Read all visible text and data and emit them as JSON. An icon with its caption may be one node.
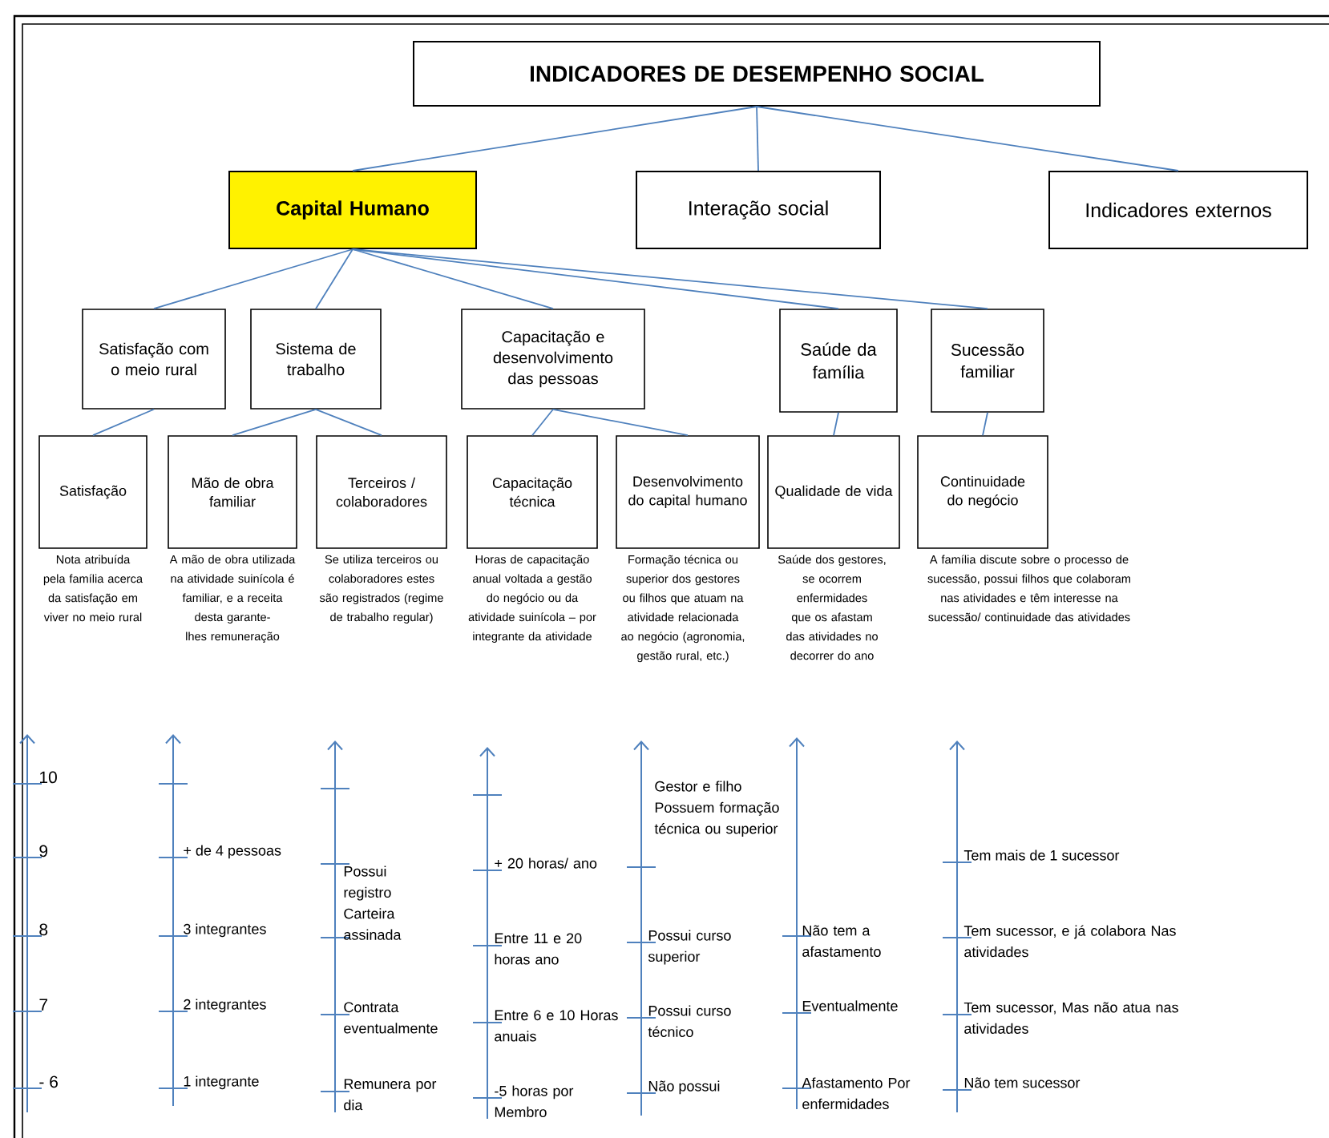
{
  "diagram": {
    "nodes": [
      {
        "text": [
          "INDICADORES DE DESEMPENHO SOCIAL"
        ]
      },
      {
        "text": [
          "Capital Humano"
        ]
      },
      {
        "text": [
          "Interação social"
        ]
      },
      {
        "text": [
          "Indicadores externos"
        ]
      },
      {
        "text": [
          "Satisfação com o meio rural"
        ]
      },
      {
        "text": [
          "Sistema de trabalho"
        ]
      },
      {
        "text": [
          "Capacitação e desenvolvimento das pessoas"
        ]
      },
      {
        "text": [
          "Saúde da família"
        ]
      },
      {
        "text": [
          "Sucessão familiar"
        ]
      },
      {
        "text": [
          "Satisfação"
        ],
        "beside": [
          "Nota atribuída pela família acerca da satisfação em viver no meio rural"
        ]
      },
      {
        "text": [
          "Mão de obra familiar"
        ],
        "beside": [
          "A mão de obra utilizada na atividade suinícola é familiar, e a receita desta garante-lhes remuneração"
        ]
      },
      {
        "text": [
          "Terceiros / colaboradores"
        ],
        "beside": [
          "Se utiliza terceiros ou colaboradores estes são registrados (regime de trabalho regular)"
        ]
      },
      {
        "text": [
          "Capacitação técnica"
        ],
        "beside": [
          "Horas de capacitação anual voltada a gestão do negócio ou da atividade suinícola – por integrante da atividade"
        ]
      },
      {
        "text": [
          "Desenvolvimento do capital humano"
        ],
        "beside": [
          "Formação técnica ou superior dos gestores ou filhos que atuam na atividade relacionada ao negócio (agronomia, gestão rural, etc.)"
        ]
      },
      {
        "text": [
          "Qualidade de vida"
        ],
        "beside": [
          "Saúde dos gestores, se ocorrem enfermidades que os afastam das atividades no decorrer do ano"
        ]
      },
      {
        "text": [
          "Continuidade do negócio"
        ],
        "beside": [
          "A família discute sobre o processo de sucessão, possui filhos que colaboram nas atividades e têm interesse na sucessão/ continuidade das atividades"
        ]
      }
    ],
    "edges": [
      {
        "from": 0,
        "to": 1,
        "arrow": "none"
      },
      {
        "from": 0,
        "to": 2,
        "arrow": "none"
      },
      {
        "from": 0,
        "to": 3,
        "arrow": "none"
      },
      {
        "from": 1,
        "to": 4,
        "arrow": "none"
      },
      {
        "from": 1,
        "to": 5,
        "arrow": "none"
      },
      {
        "from": 1,
        "to": 6,
        "arrow": "none"
      },
      {
        "from": 1,
        "to": 7,
        "arrow": "none"
      },
      {
        "from": 1,
        "to": 8,
        "arrow": "none"
      },
      {
        "from": 4,
        "to": 9,
        "arrow": "none"
      },
      {
        "from": 5,
        "to": 10,
        "arrow": "none"
      },
      {
        "from": 5,
        "to": 11,
        "arrow": "none"
      },
      {
        "from": 6,
        "to": 12,
        "arrow": "none"
      },
      {
        "from": 6,
        "to": 13,
        "arrow": "none"
      },
      {
        "from": 7,
        "to": 14,
        "arrow": "none"
      },
      {
        "from": 8,
        "to": 15,
        "arrow": "none"
      }
    ],
    "labels": [
      "10",
      "9",
      "8",
      "7",
      "- 6",
      "+ de 4 pessoas",
      "3 integrantes",
      "2 integrantes",
      "1 integrante",
      "Possui registro Carteira assinada",
      "Contrata eventualmente",
      "Remunera por dia",
      "+ 20 horas/ ano",
      "Entre 11 e 20 horas ano",
      "Entre 6 e 10 Horas anuais",
      "-5 horas por Membro",
      "Gestor e filho Possuem formação técnica ou superior",
      "Possui curso superior",
      "Possui curso técnico",
      "Não possui",
      "Não tem a afastamento",
      "Eventualmente",
      "Afastamento Por enfermidades",
      "Tem mais de 1 sucessor",
      "Tem sucessor, e já colabora Nas atividades",
      "Tem sucessor, Mas não atua nas atividades",
      "Não tem sucessor"
    ]
  }
}
